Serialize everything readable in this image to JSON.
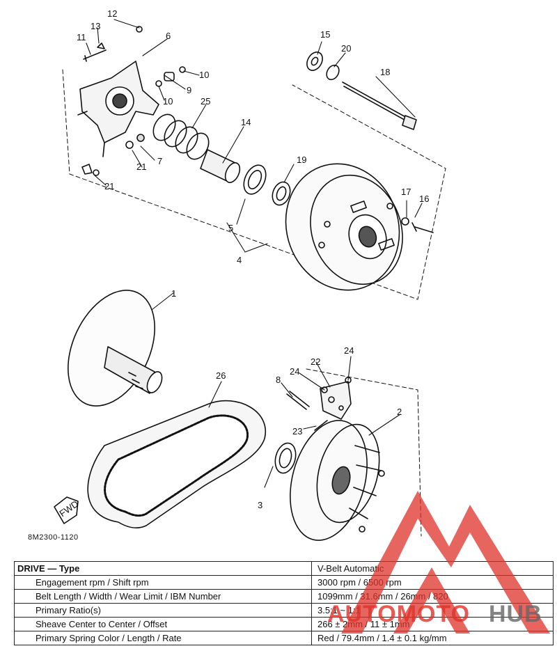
{
  "callouts": [
    "1",
    "2",
    "3",
    "4",
    "5",
    "6",
    "7",
    "8",
    "9",
    "10",
    "10",
    "11",
    "12",
    "13",
    "14",
    "15",
    "16",
    "17",
    "18",
    "19",
    "20",
    "21",
    "21",
    "22",
    "23",
    "24",
    "24",
    "25",
    "26"
  ],
  "fwd_label": "FWD",
  "drawing_code": "8M2300-1120",
  "spec_table": {
    "header": {
      "label": "DRIVE — Type",
      "value": "V-Belt Automatic"
    },
    "rows": [
      {
        "label": "Engagement rpm / Shift rpm",
        "value": "3000 rpm / 6500 rpm"
      },
      {
        "label": "Belt Length / Width / Wear Limit / IBM Number",
        "value": "1099mm / 31.6mm / 26mm / 820"
      },
      {
        "label": "Primary Ratio(s)",
        "value": "3.5:1 ~ 1:1"
      },
      {
        "label": "Sheave Center to Center / Offset",
        "value": "266 ± 2mm / 11 ± 1mm"
      },
      {
        "label": "Primary Spring Color / Length / Rate",
        "value": "Red / 79.4mm / 1.4 ± 0.1 kg/mm"
      }
    ]
  },
  "watermark": {
    "part1": "AUTOMOTO",
    "part2": "HUB",
    "color_red": "#e0322a",
    "color_gray": "#666666"
  }
}
